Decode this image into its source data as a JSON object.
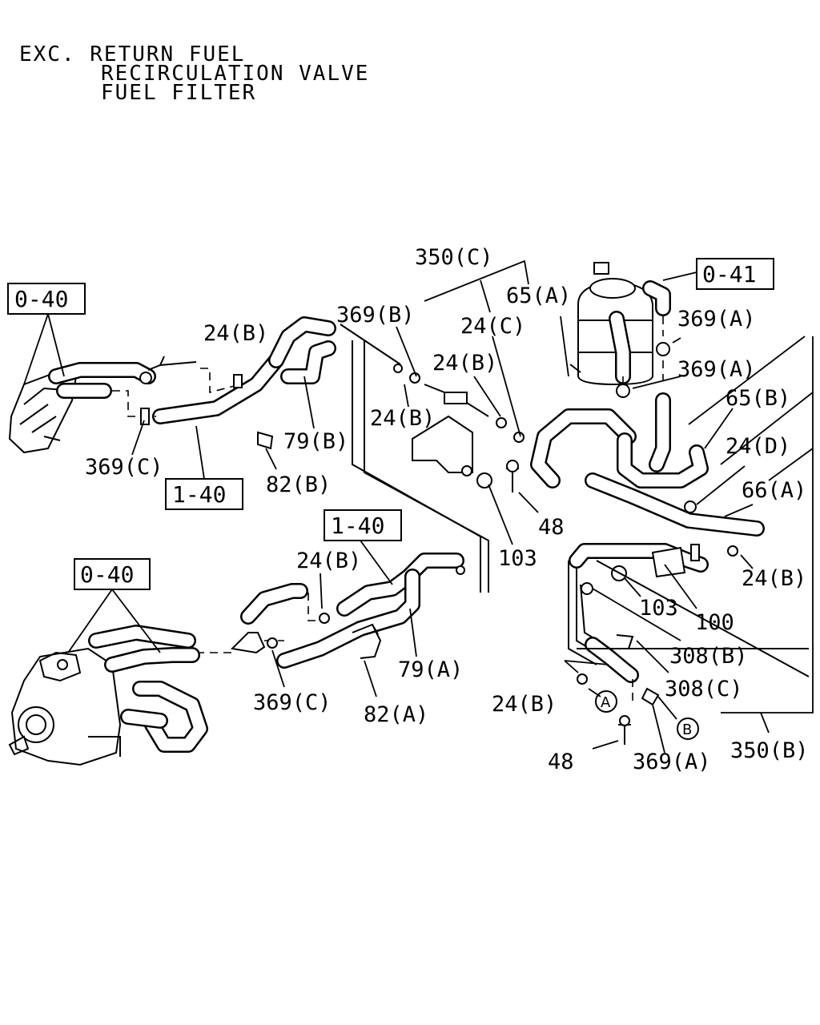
{
  "title": {
    "line1": "EXC. RETURN FUEL",
    "line2": "RECIRCULATION VALVE",
    "line3": "FUEL FILTER"
  },
  "refs": {
    "r1": "0-40",
    "r2": "0-40",
    "r3": "0-41",
    "r4": "1-40",
    "r5": "1-40"
  },
  "circles": {
    "a": "A",
    "b": "B"
  },
  "labels": {
    "l_350c": "350(C)",
    "l_65a": "65(A)",
    "l_369b": "369(B)",
    "l_24c": "24(C)",
    "l_24b_top": "24(B)",
    "l_24b_left": "24(B)",
    "l_24b_mid": "24(B)",
    "l_369a_1": "369(A)",
    "l_369a_2": "369(A)",
    "l_65b": "65(B)",
    "l_24d": "24(D)",
    "l_66a": "66(A)",
    "l_79b": "79(B)",
    "l_369c_left": "369(C)",
    "l_82b": "82(B)",
    "l_48_top": "48",
    "l_103_mid": "103",
    "l_24b_right": "24(B)",
    "l_24b_lower": "24(B)",
    "l_103_right": "103",
    "l_100": "100",
    "l_308b": "308(B)",
    "l_308c": "308(C)",
    "l_79a": "79(A)",
    "l_369c_bottom": "369(C)",
    "l_82a": "82(A)",
    "l_24b_bottom": "24(B)",
    "l_48_bottom": "48",
    "l_369a_bottom": "369(A)",
    "l_350b": "350(B)"
  }
}
